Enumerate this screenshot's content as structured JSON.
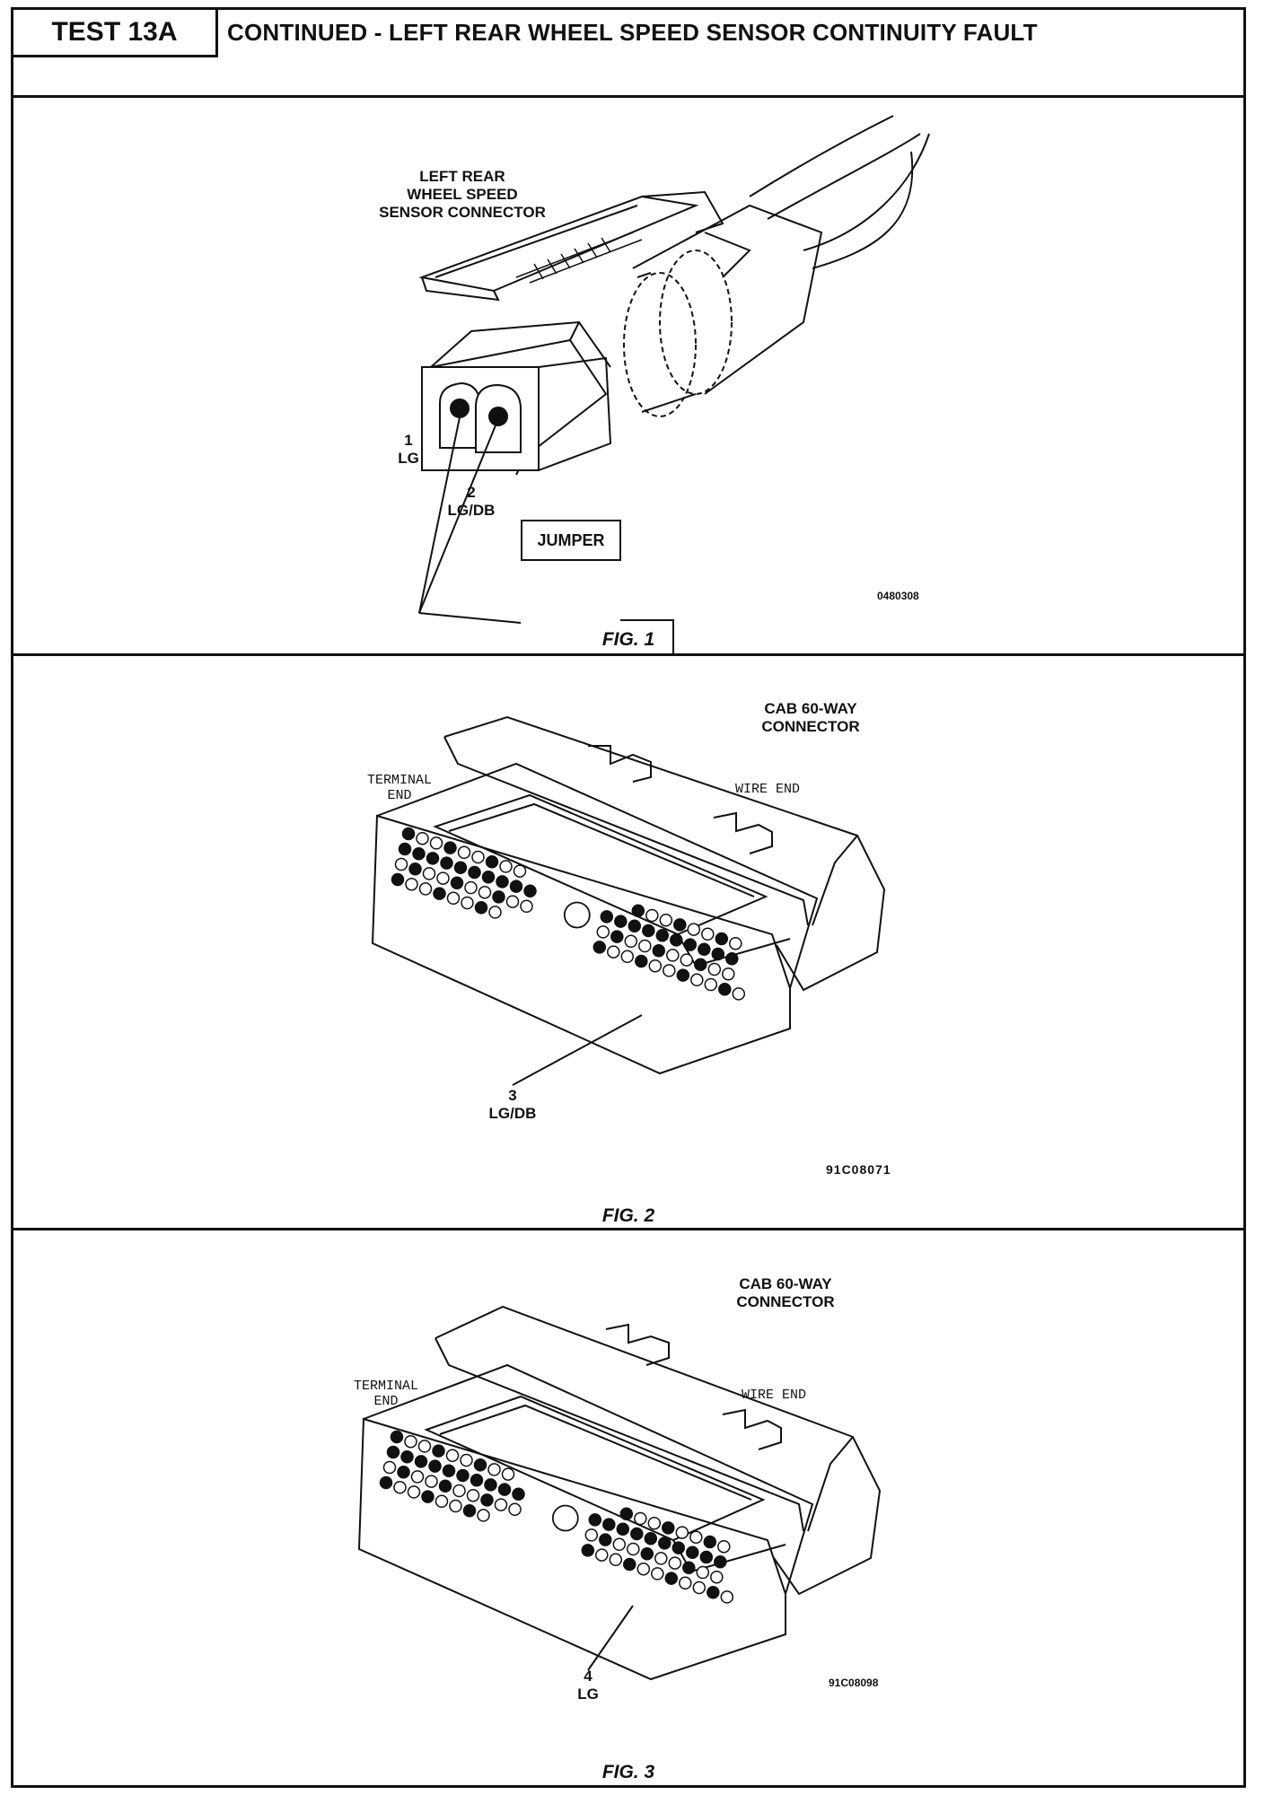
{
  "header": {
    "test_id": "TEST 13A",
    "title": "CONTINUED - LEFT REAR WHEEL SPEED SENSOR CONTINUITY FAULT"
  },
  "fig1": {
    "connector_label": "LEFT REAR\nWHEEL SPEED\nSENSOR CONNECTOR",
    "pin1_label": "1\nLG",
    "pin2_label": "2\nLG/DB",
    "jumper_label": "JUMPER",
    "image_code": "0480308",
    "caption": "FIG. 1"
  },
  "fig2": {
    "connector_label": "CAB 60-WAY\nCONNECTOR",
    "terminal_end_label": "TERMINAL\nEND",
    "wire_end_label": "WIRE END",
    "pin_label": "3\nLG/DB",
    "image_code": "91C08071",
    "caption": "FIG. 2"
  },
  "fig3": {
    "connector_label": "CAB 60-WAY\nCONNECTOR",
    "terminal_end_label": "TERMINAL\nEND",
    "wire_end_label": "WIRE END",
    "pin_label": "4\nLG",
    "image_code": "91C08098",
    "caption": "FIG. 3"
  }
}
